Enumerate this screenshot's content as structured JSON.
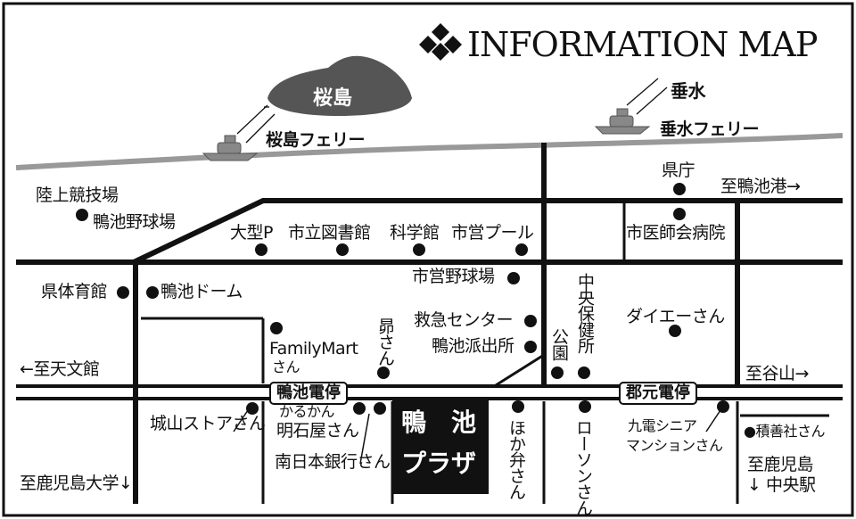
{
  "title": "INFORMATION MAP",
  "sea": {
    "island": "桜島",
    "island_ferry": "桜島フェリー",
    "tarumizu": "垂水",
    "tarumizu_ferry": "垂水フェリー"
  },
  "stations": {
    "kamoike": "鴨池電停",
    "kori": "郡元電停"
  },
  "plaza": {
    "char1": "鴨",
    "char2": "池",
    "line2": "プラザ"
  },
  "directions": {
    "port": "至鴨池港→",
    "tenmonkan": "←至天文館",
    "taniyama": "至谷山→",
    "univ": "至鹿児島大学↓",
    "chuo_1": "至鹿児島",
    "chuo_2": "↓ 中央駅"
  },
  "places": {
    "kencho": "県庁",
    "rikujo": "陸上競技場",
    "yakyujo": "鴨池野球場",
    "ogata_p": "大型P",
    "library": "市立図書館",
    "science": "科学館",
    "pool": "市営プール",
    "med_hospital": "市医師会病院",
    "ken_gym": "県体育館",
    "dome": "鴨池ドーム",
    "city_ballpark": "市営野球場",
    "kyukyu": "救急センター",
    "police": "鴨池派出所",
    "health_center": "中央保健所",
    "park": "公園",
    "daiei": "ダイエーさん",
    "familymart_1": "FamilyMart",
    "familymart_2": "さん",
    "subaru": "昴さん",
    "shiroyama": "城山ストアさん",
    "karukan": "かるかん",
    "akashiya": "明石屋さん",
    "minami_bank": "南日本銀行さん",
    "hokaben": "ほか弁さん",
    "lawson": "ローソンさん",
    "kyuden_1": "九電シニア",
    "kyuden_2": "マンションさん",
    "sekizen": "●積善社さん"
  },
  "icons": [
    "diamond-logo-icon",
    "ferry-boat-icon",
    "route-arrow-icon"
  ]
}
